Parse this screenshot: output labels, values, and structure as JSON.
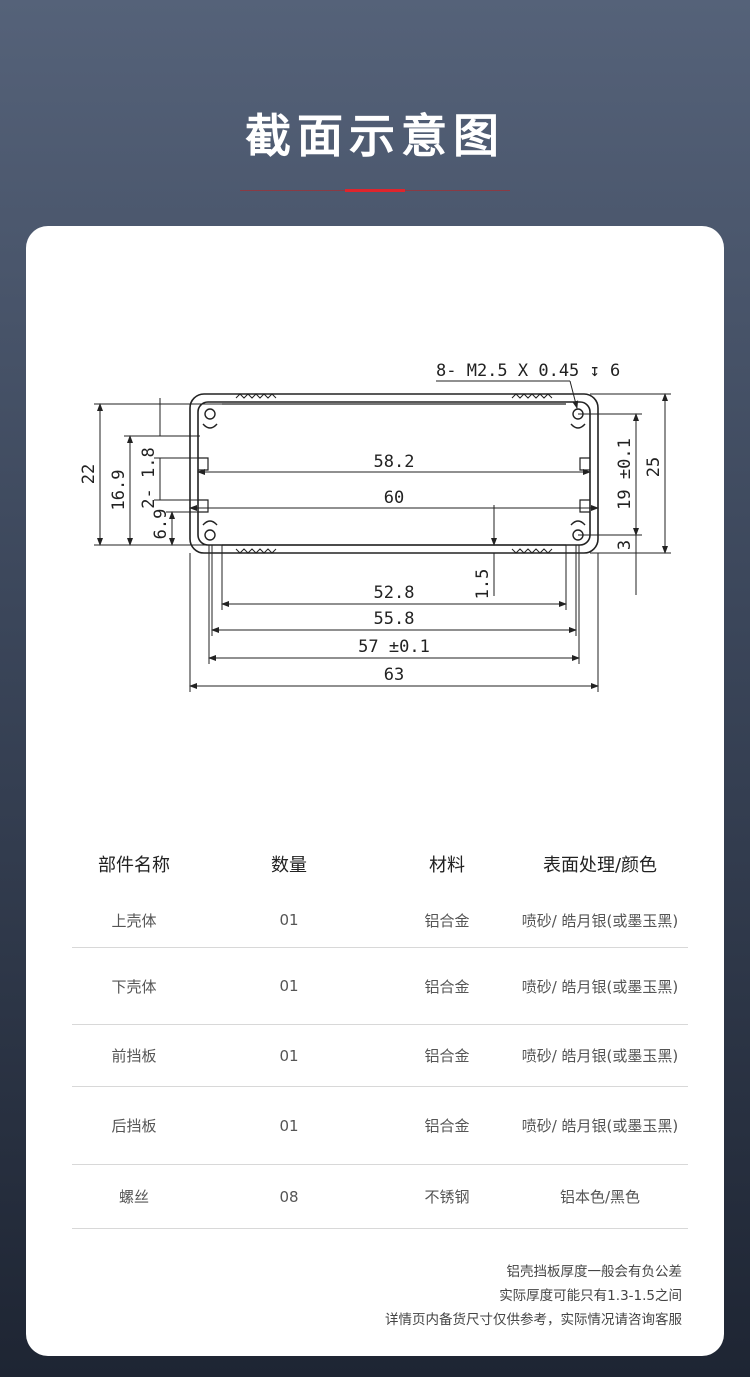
{
  "header": {
    "title": "截面示意图"
  },
  "drawing": {
    "callout": "8- M2.5 X 0.45 ↧ 6",
    "dims": {
      "width_inner": "58.2",
      "width_60": "60",
      "width_52": "52.8",
      "width_55": "55.8",
      "width_57": "57 ±0.1",
      "width_63": "63",
      "height_22": "22",
      "height_16": "16.9",
      "slot_2": "2- 1.8",
      "height_6": "6.9",
      "height_19": "19 ±0.1",
      "height_25": "25",
      "height_3": "3",
      "wall_15": "1.5"
    }
  },
  "table": {
    "headers": [
      "部件名称",
      "数量",
      "材料",
      "表面处理/颜色"
    ],
    "rows": [
      [
        "上壳体",
        "01",
        "铝合金",
        "喷砂/ 皓月银(或墨玉黑)"
      ],
      [
        "下壳体",
        "01",
        "铝合金",
        "喷砂/ 皓月银(或墨玉黑)"
      ],
      [
        "前挡板",
        "01",
        "铝合金",
        "喷砂/ 皓月银(或墨玉黑)"
      ],
      [
        "后挡板",
        "01",
        "铝合金",
        "喷砂/ 皓月银(或墨玉黑)"
      ],
      [
        "螺丝",
        "08",
        "不锈钢",
        "铝本色/黑色"
      ]
    ]
  },
  "notes": [
    "铝壳挡板厚度一般会有负公差",
    "实际厚度可能只有1.3-1.5之间",
    "详情页内备货尺寸仅供参考，实际情况请咨询客服"
  ],
  "colors": {
    "accent": "#e0242c",
    "background_top": "#556279",
    "background_bottom": "#1e2533"
  }
}
